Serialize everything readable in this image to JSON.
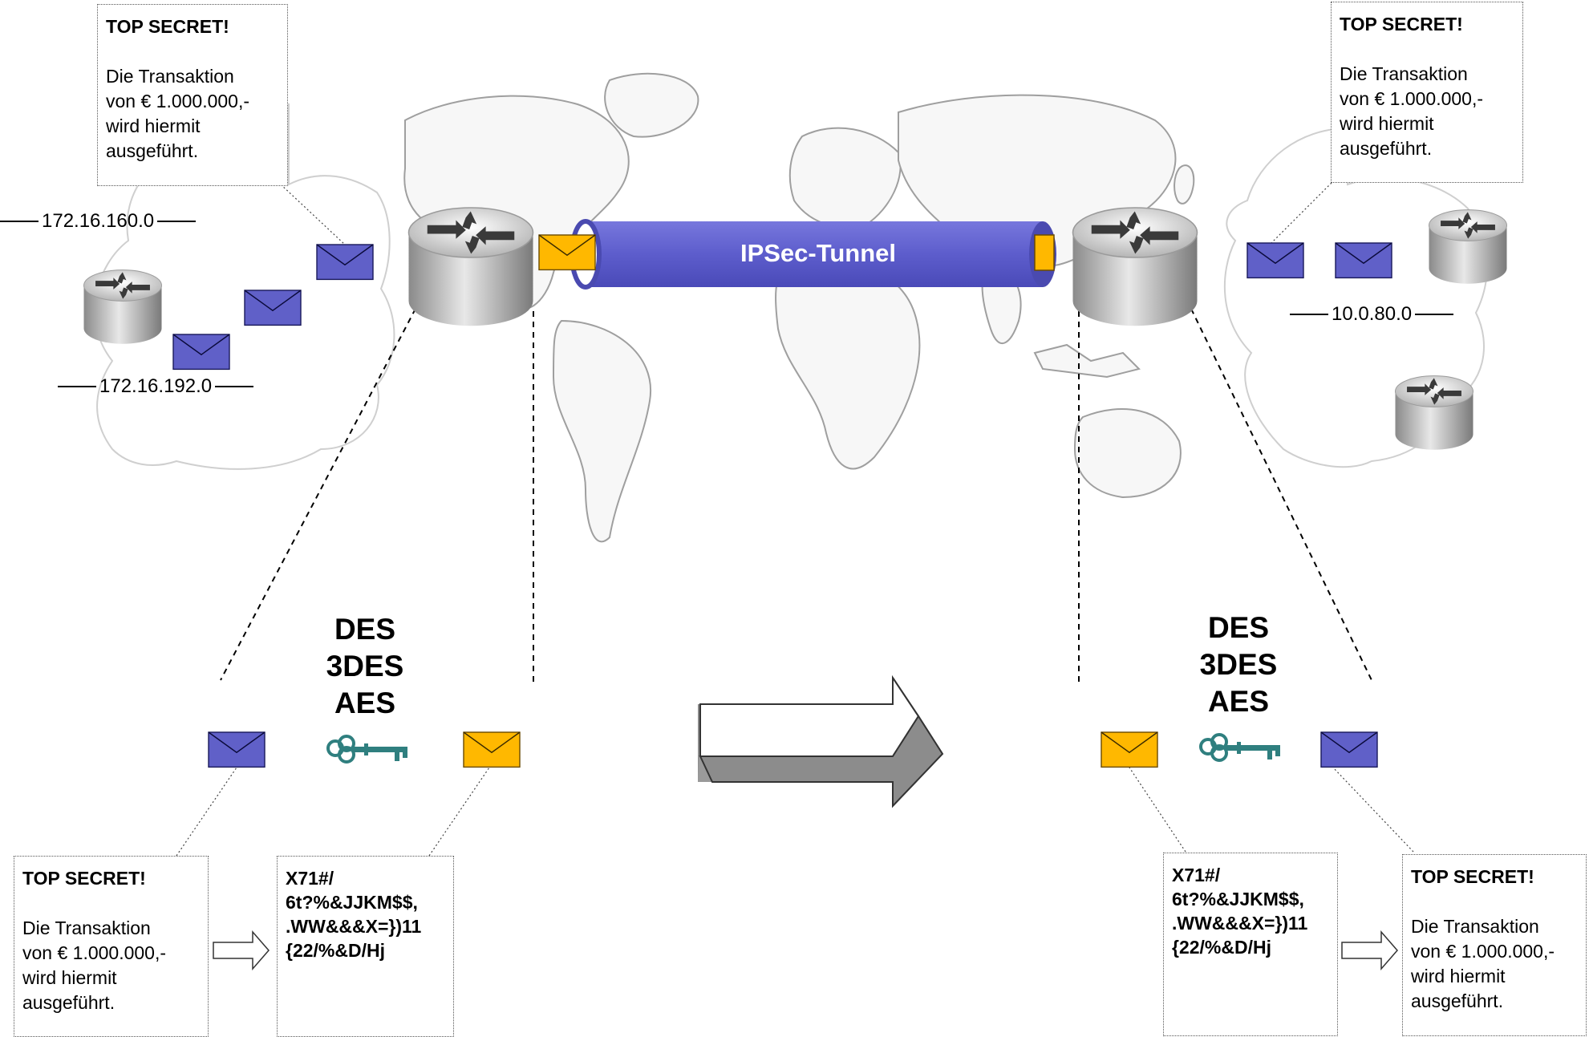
{
  "notes": {
    "top_left": {
      "heading": "TOP SECRET!",
      "body": "Die Transaktion\nvon € 1.000.000,-\nwird hiermit\nausgeführt."
    },
    "top_right": {
      "heading": "TOP SECRET!",
      "body": "Die Transaktion\nvon € 1.000.000,-\nwird hiermit\nausgeführt."
    },
    "bottom_left_plain": {
      "heading": "TOP SECRET!",
      "body": "Die Transaktion\nvon € 1.000.000,-\nwird hiermit\nausgeführt."
    },
    "bottom_right_plain": {
      "heading": "TOP SECRET!",
      "body": "Die Transaktion\nvon € 1.000.000,-\nwird hiermit\nausgeführt."
    }
  },
  "cipher_text": {
    "bottom_left": "X71#/\n6t?%&JJKM$$,\n.WW&&&X=})11\n{22/%&D/Hj",
    "bottom_right": "X71#/\n6t?%&JJKM$$,\n.WW&&&X=})11\n{22/%&D/Hj"
  },
  "networks": {
    "left_top": "172.16.160.0",
    "left_bottom": "172.16.192.0",
    "right": "10.0.80.0"
  },
  "tunnel": {
    "label": "IPSec-Tunnel"
  },
  "algorithms": {
    "left": [
      "DES",
      "3DES",
      "AES"
    ],
    "right": [
      "DES",
      "3DES",
      "AES"
    ]
  },
  "colors": {
    "plain_envelope": "#6060c8",
    "encrypted_envelope": "#ffb800",
    "tunnel": "#6060cc",
    "key": "#2f7f7f",
    "router": "#b0b0b0"
  },
  "icons": {
    "router": "router-icon",
    "envelope": "envelope-icon",
    "key": "key-icon",
    "arrow": "arrow-right-icon"
  }
}
